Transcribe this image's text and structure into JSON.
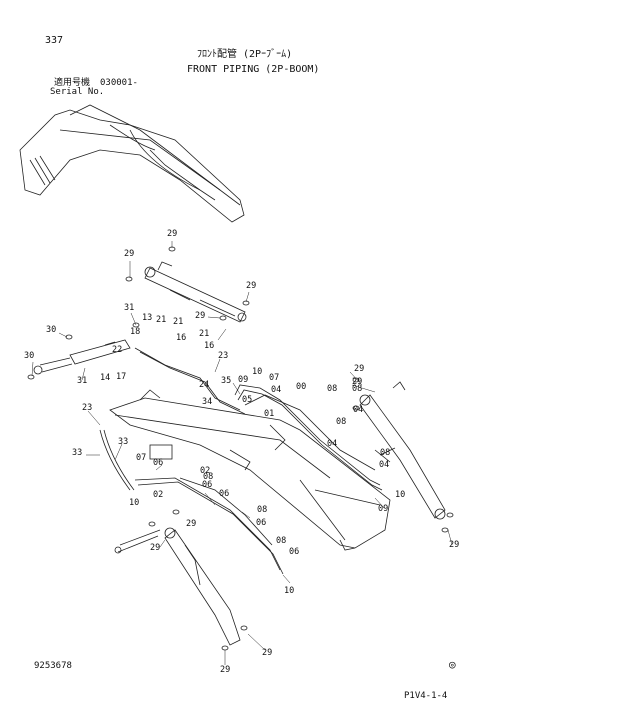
{
  "page_number": "337",
  "title_jp": "ﾌﾛﾝﾄ配管 (2Pｰﾌﾞｰﾑ)",
  "title_en": "FRONT PIPING (2P-BOOM)",
  "serial_label_jp": "適用号機",
  "serial_value": "030001-",
  "serial_label_en": "Serial No.",
  "doc_number": "9253678",
  "ref_code": "P1V4-1-4",
  "callouts": [
    "29",
    "29",
    "29",
    "29",
    "31",
    "13",
    "21",
    "21",
    "30",
    "18",
    "16",
    "21",
    "16",
    "23",
    "22",
    "30",
    "14",
    "17",
    "31",
    "24",
    "35",
    "10",
    "09",
    "07",
    "04",
    "00",
    "08",
    "29",
    "34",
    "23",
    "05",
    "01",
    "08",
    "04",
    "08",
    "04",
    "33",
    "33",
    "07",
    "06",
    "10",
    "02",
    "08",
    "02",
    "06",
    "08",
    "06",
    "29",
    "08",
    "06",
    "10",
    "29",
    "29",
    "29",
    "29",
    "06",
    "04",
    "10",
    "09",
    "08",
    "29"
  ]
}
